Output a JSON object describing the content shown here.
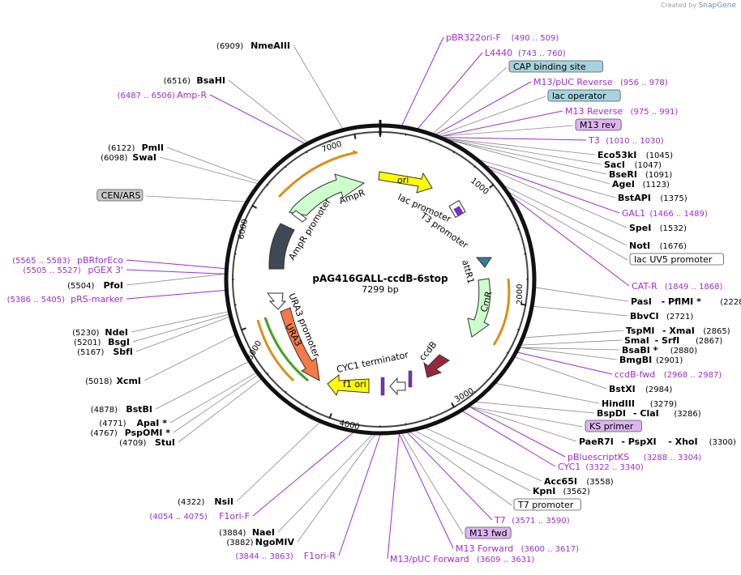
{
  "credit": {
    "created_by": "Created by",
    "brand": "SnapGene"
  },
  "plasmid": {
    "name": "pAG416GALL-ccdB-6stop",
    "size": "7299 bp"
  },
  "ticks": [
    "1000",
    "2000",
    "3000",
    "4000",
    "5000",
    "6000",
    "7000"
  ],
  "features": {
    "ori": "ori",
    "lac_promoter": "lac promoter",
    "t3_promoter": "T3 promoter",
    "attR1": "attR1",
    "cmr": "CmR",
    "ccdb": "ccdB",
    "cyc1": "CYC1 terminator",
    "f1ori": "f1 ori",
    "ura3_prom": "URA3 promoter",
    "ura3": "URA3",
    "ampr_prom": "AmpR promoter",
    "ampr": "AmpR"
  },
  "right_labels": [
    {
      "type": "primer",
      "name": "pBR322ori-F",
      "pos": "(490 .. 509)"
    },
    {
      "type": "primer",
      "name": "L4440",
      "pos": "(743 .. 760)"
    },
    {
      "type": "box",
      "name": "CAP binding site",
      "color": "#a6d3de"
    },
    {
      "type": "primer",
      "name": "M13/pUC Reverse",
      "pos": "(956 .. 978)"
    },
    {
      "type": "box",
      "name": "lac operator",
      "color": "#a6d3de"
    },
    {
      "type": "primer",
      "name": "M13 Reverse",
      "pos": "(975 .. 991)"
    },
    {
      "type": "box",
      "name": "M13 rev",
      "color": "#dcb5ef"
    },
    {
      "type": "primer",
      "name": "T3",
      "pos": "(1010 .. 1030)"
    },
    {
      "type": "enzyme",
      "name": "Eco53kI",
      "pos": "(1045)"
    },
    {
      "type": "enzyme",
      "name": "SacI",
      "pos": "(1047)"
    },
    {
      "type": "enzyme",
      "name": "BseRI",
      "pos": "(1091)"
    },
    {
      "type": "enzyme",
      "name": "AgeI",
      "pos": "(1123)"
    },
    {
      "type": "enzyme",
      "name": "BstAPI",
      "pos": "(1375)"
    },
    {
      "type": "primer",
      "name": "GAL1",
      "pos": "(1466 .. 1489)"
    },
    {
      "type": "enzyme",
      "name": "SpeI",
      "pos": "(1532)"
    },
    {
      "type": "enzyme",
      "name": "NotI",
      "pos": "(1676)"
    },
    {
      "type": "box",
      "name": "lac UV5 promoter",
      "color": "#ffffff"
    },
    {
      "type": "primer",
      "name": "CAT-R",
      "pos": "(1849 .. 1868)"
    },
    {
      "type": "enzyme",
      "name": "PasI",
      "mid": "PflMI *",
      "pos": "(2228)"
    },
    {
      "type": "enzyme",
      "name": "BbvCI",
      "pos": "(2721)"
    },
    {
      "type": "enzyme",
      "name": "TspMI",
      "mid": "XmaI",
      "pos": "(2865)"
    },
    {
      "type": "enzyme",
      "name": "SmaI",
      "mid": "SrfI",
      "pos": "(2867)"
    },
    {
      "type": "enzyme",
      "name": "BsaBI *",
      "pos": "(2880)"
    },
    {
      "type": "enzyme",
      "name": "BmgBI",
      "pos": "(2901)"
    },
    {
      "type": "primer",
      "name": "ccdB-fwd",
      "pos": "(2968 .. 2987)"
    },
    {
      "type": "enzyme",
      "name": "BstXI",
      "pos": "(2984)"
    },
    {
      "type": "enzyme",
      "name": "HindIII",
      "pos": "(3279)"
    },
    {
      "type": "enzyme",
      "name": "BspDI",
      "mid": "ClaI",
      "pos": "(3286)"
    },
    {
      "type": "box",
      "name": "KS primer",
      "color": "#dcb5ef"
    },
    {
      "type": "enzyme",
      "name": "PaeR7I",
      "mid": "PspXI",
      "mid2": "XhoI",
      "pos": "(3300)"
    },
    {
      "type": "primer",
      "name": "pBluescriptKS",
      "pos": "(3288 .. 3304)"
    },
    {
      "type": "primer",
      "name": "CYC1",
      "pos": "(3322 .. 3340)"
    },
    {
      "type": "enzyme",
      "name": "Acc65I",
      "pos": "(3558)"
    },
    {
      "type": "enzyme",
      "name": "KpnI",
      "pos": "(3562)"
    },
    {
      "type": "box",
      "name": "T7 promoter",
      "color": "#ffffff"
    },
    {
      "type": "primer",
      "name": "T7",
      "pos": "(3571 .. 3590)"
    },
    {
      "type": "box",
      "name": "M13 fwd",
      "color": "#dcb5ef"
    },
    {
      "type": "primer",
      "name": "M13 Forward",
      "pos": "(3600 .. 3617)"
    },
    {
      "type": "primer",
      "name": "M13/pUC Forward",
      "pos": "(3609 .. 3631)"
    }
  ],
  "left_labels": [
    {
      "type": "enzyme",
      "name": "NmeAIII",
      "pos": "(6909)"
    },
    {
      "type": "enzyme",
      "name": "BsaHI",
      "pos": "(6516)"
    },
    {
      "type": "primer",
      "name": "Amp-R",
      "pos": "(6487 .. 6506)"
    },
    {
      "type": "enzyme",
      "name": "PmlI",
      "pos": "(6122)"
    },
    {
      "type": "enzyme",
      "name": "SwaI",
      "pos": "(6098)"
    },
    {
      "type": "box",
      "name": "CEN/ARS",
      "color": "#c8c8c8"
    },
    {
      "type": "primer",
      "name": "pBRforEco",
      "pos": "(5565 .. 5583)"
    },
    {
      "type": "primer",
      "name": "pGEX 3'",
      "pos": "(5505 .. 5527)"
    },
    {
      "type": "enzyme",
      "name": "PfoI",
      "pos": "(5504)"
    },
    {
      "type": "primer",
      "name": "pRS-marker",
      "pos": "(5386 .. 5405)"
    },
    {
      "type": "enzyme",
      "name": "NdeI",
      "pos": "(5230)"
    },
    {
      "type": "enzyme",
      "name": "BsgI",
      "pos": "(5201)"
    },
    {
      "type": "enzyme",
      "name": "SbfI",
      "pos": "(5167)"
    },
    {
      "type": "enzyme",
      "name": "XcmI",
      "pos": "(5018)"
    },
    {
      "type": "enzyme",
      "name": "BstBI",
      "pos": "(4878)"
    },
    {
      "type": "enzyme",
      "name": "ApaI *",
      "pos": "(4771)"
    },
    {
      "type": "enzyme",
      "name": "PspOMI *",
      "pos": "(4767)"
    },
    {
      "type": "enzyme",
      "name": "StuI",
      "pos": "(4709)"
    },
    {
      "type": "enzyme",
      "name": "NsiI",
      "pos": "(4322)"
    },
    {
      "type": "primer",
      "name": "F1ori-F",
      "pos": "(4054 .. 4075)"
    },
    {
      "type": "enzyme",
      "name": "NaeI",
      "pos": "(3884)"
    },
    {
      "type": "enzyme",
      "name": "NgoMIV",
      "pos": "(3882)"
    },
    {
      "type": "primer",
      "name": "F1ori-R",
      "pos": "(3844 .. 3863)"
    }
  ]
}
